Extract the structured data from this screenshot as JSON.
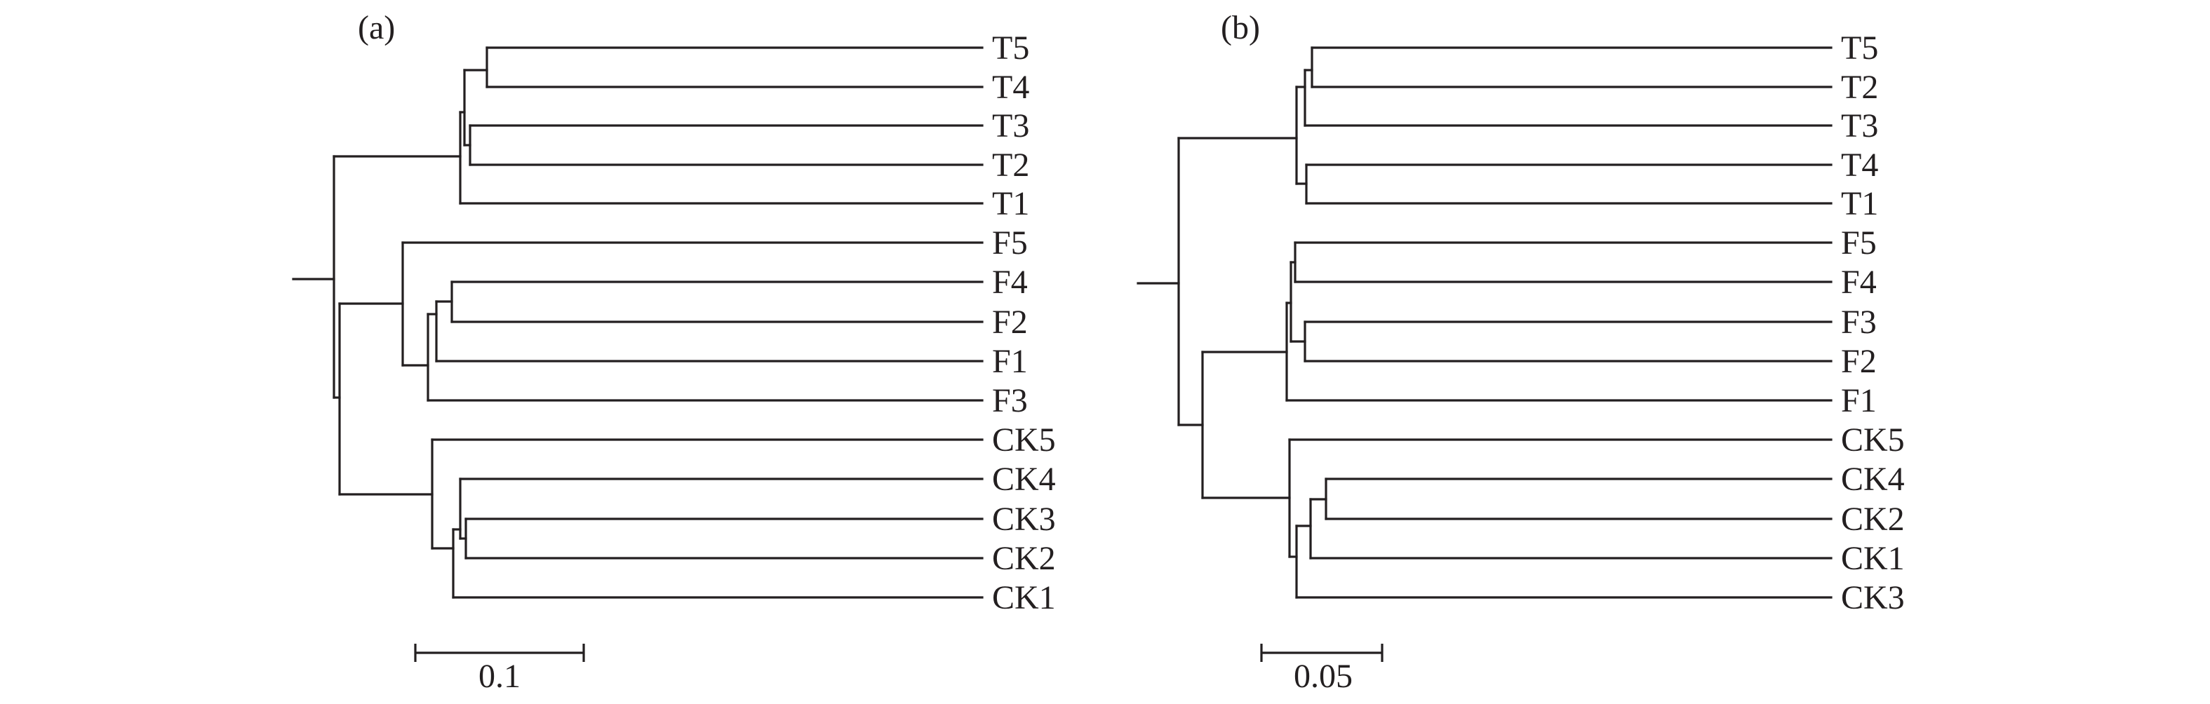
{
  "panels": [
    {
      "id": "a",
      "label": "(a)",
      "scale_bar": {
        "value": 0.1,
        "label": "0.1"
      },
      "tips": [
        "T5",
        "T4",
        "T3",
        "T2",
        "T1",
        "F5",
        "F4",
        "F2",
        "F1",
        "F3",
        "CK5",
        "CK4",
        "CK3",
        "CK2",
        "CK1"
      ]
    },
    {
      "id": "b",
      "label": "(b)",
      "scale_bar": {
        "value": 0.05,
        "label": "0.05"
      },
      "tips": [
        "T5",
        "T2",
        "T3",
        "T4",
        "T1",
        "F5",
        "F4",
        "F3",
        "F2",
        "F1",
        "CK5",
        "CK4",
        "CK2",
        "CK1",
        "CK3"
      ]
    }
  ],
  "colors": {
    "ink": "#231f20",
    "background": "#ffffff"
  }
}
